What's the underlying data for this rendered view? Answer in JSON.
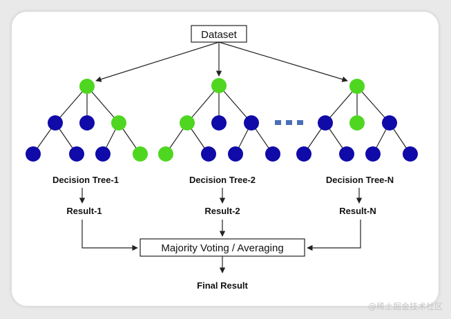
{
  "dataset_label": "Dataset",
  "ellipsis": "...",
  "trees": [
    {
      "name": "Decision Tree-1",
      "result": "Result-1"
    },
    {
      "name": "Decision Tree-2",
      "result": "Result-2"
    },
    {
      "name": "Decision Tree-N",
      "result": "Result-N"
    }
  ],
  "aggregator_label": "Majority Voting / Averaging",
  "final_label": "Final Result",
  "watermark": "@稀土掘金技术社区",
  "colors": {
    "green_node": "#4fd621",
    "blue_node": "#0f0aa8",
    "ellipsis_dots": "#4a6fb8",
    "line": "#222222"
  }
}
